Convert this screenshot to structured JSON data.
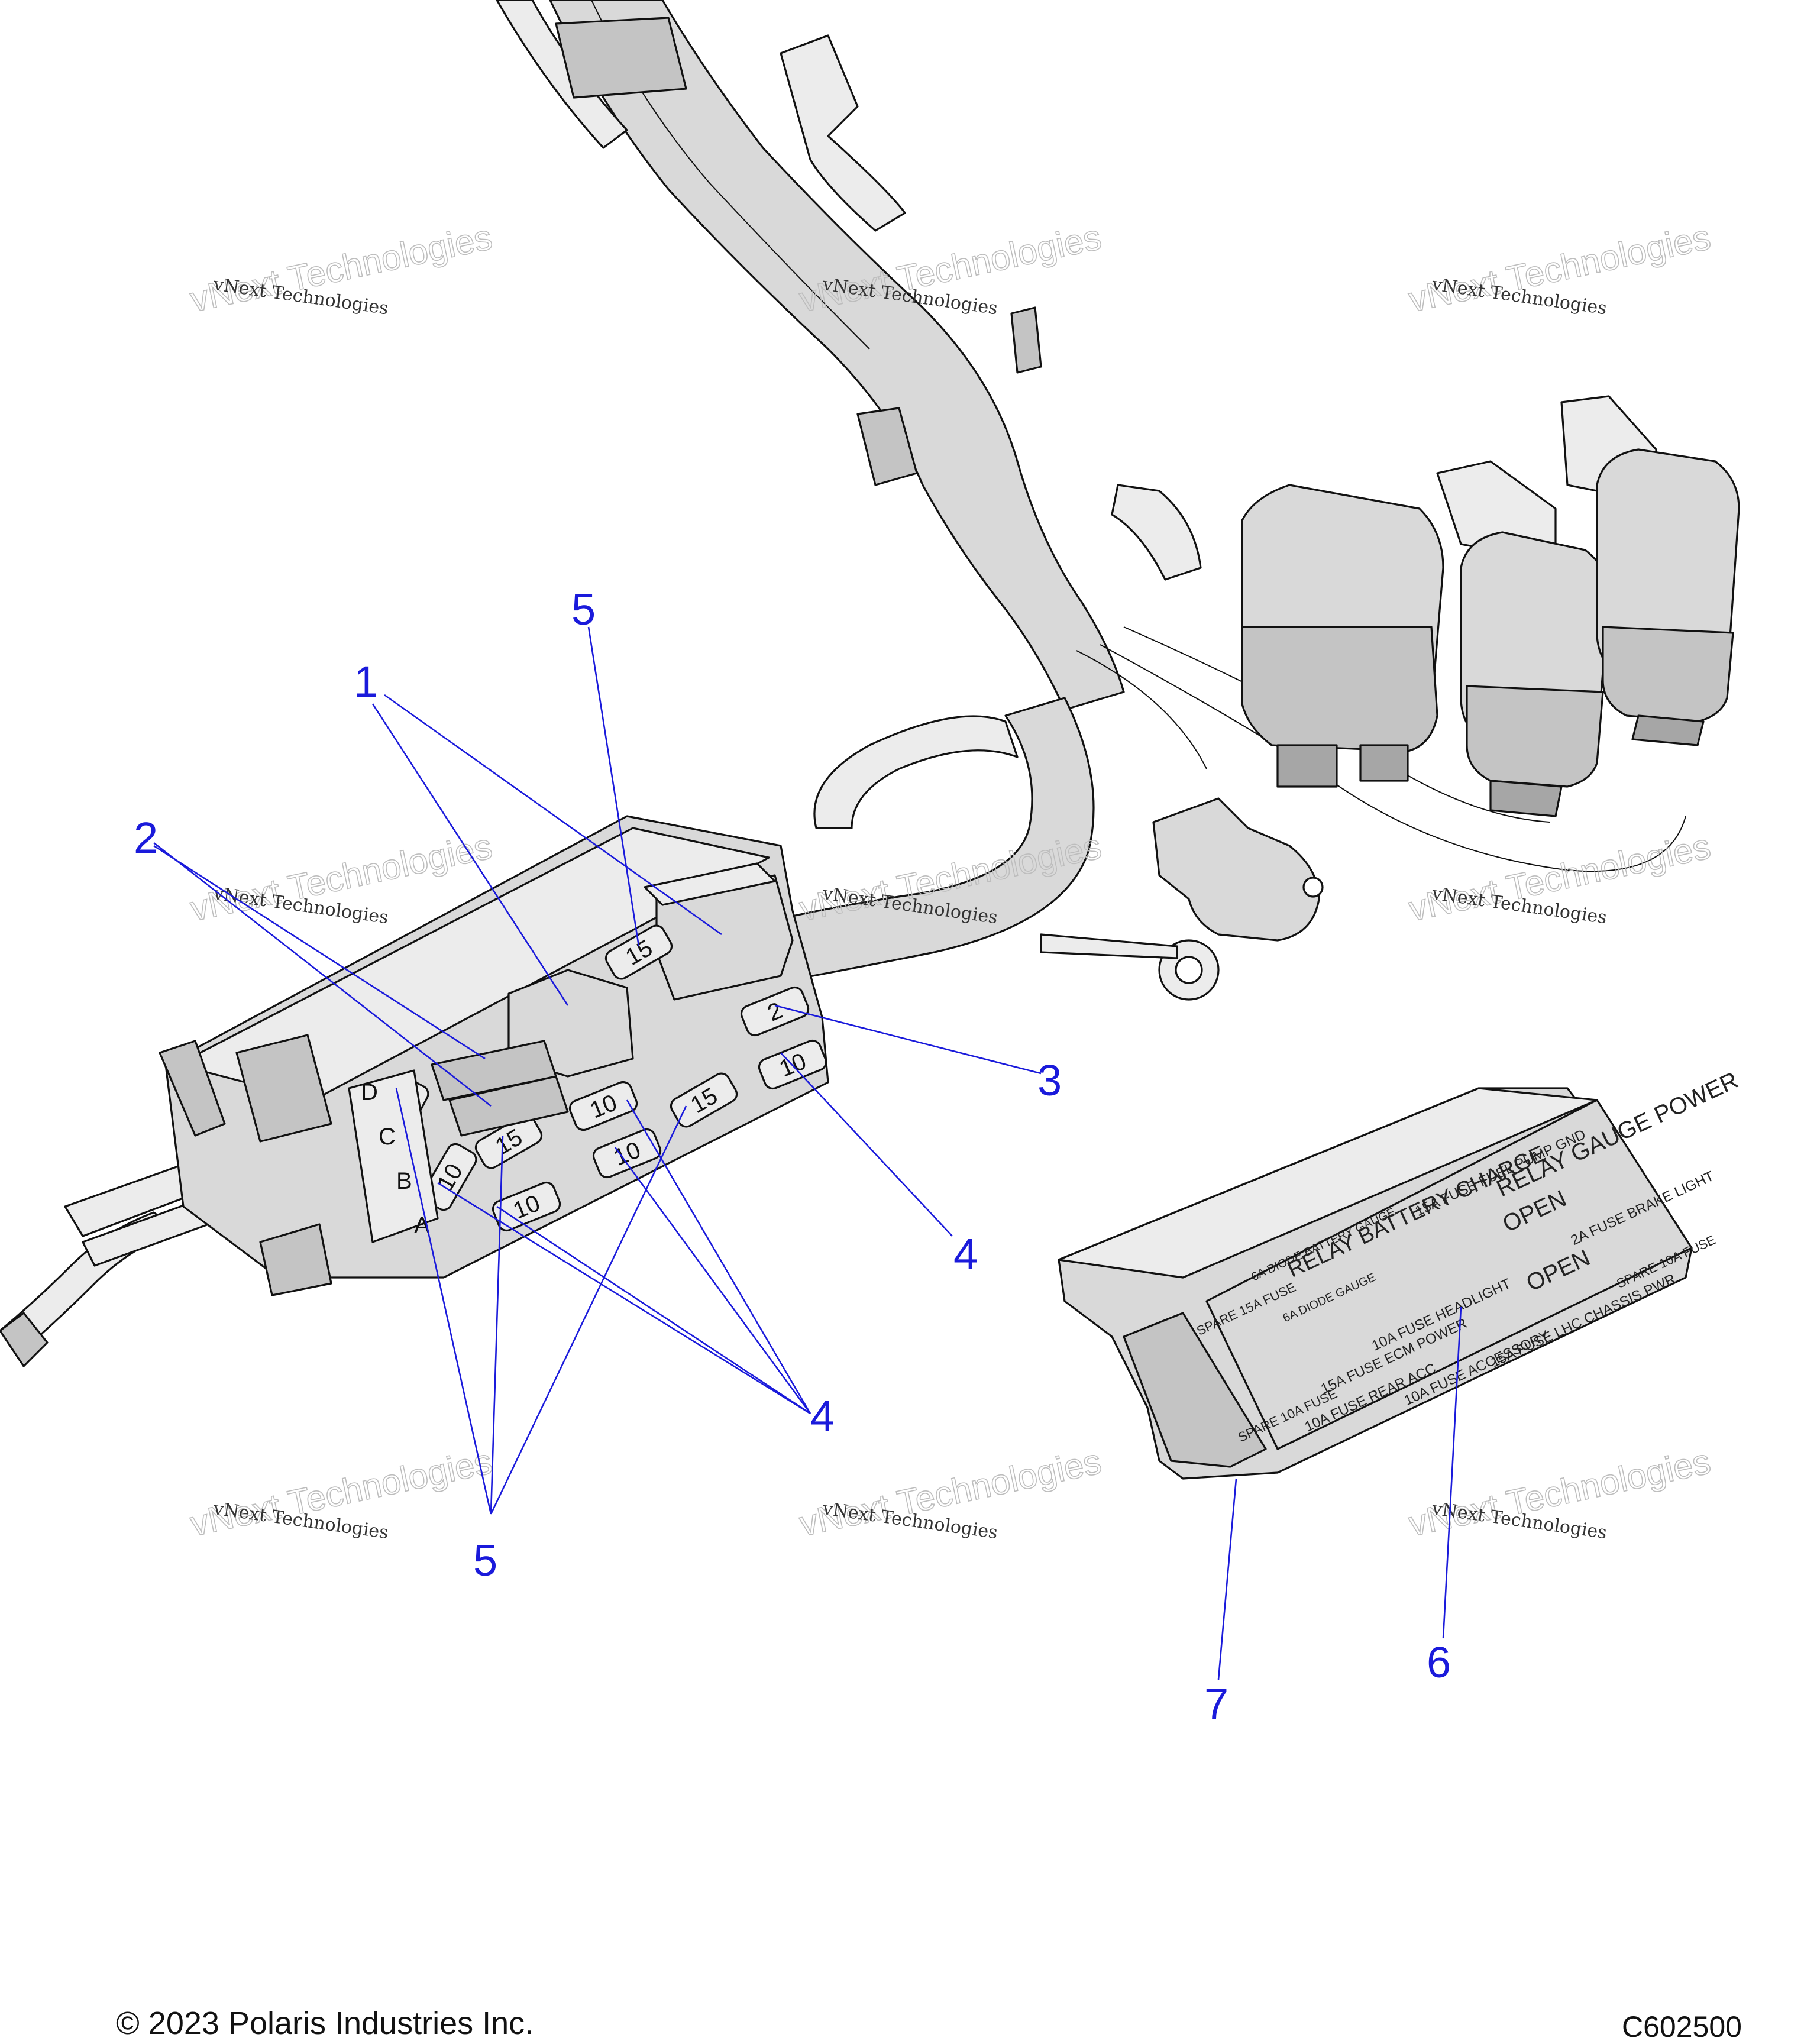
{
  "diagram": {
    "callouts": [
      "1",
      "2",
      "3",
      "4",
      "4",
      "5",
      "5",
      "6",
      "7"
    ],
    "fuse_values": [
      "15",
      "15",
      "15",
      "15",
      "10",
      "10",
      "10",
      "10",
      "10",
      "2"
    ],
    "row_letters": [
      "D",
      "C",
      "B",
      "A"
    ],
    "cover_labels": [
      "RELAY GAUGE POWER",
      "15A FUSE FUEL PUMP GND",
      "RELAY BATTERY CHARGE",
      "6A DIODE BATTERY GAUGE",
      "OPEN",
      "2A FUSE BRAKE LIGHT",
      "OPEN",
      "10A FUSE HEADLIGHT",
      "6A DIODE GAUGE",
      "SPARE 15A FUSE",
      "SPARE 10A FUSE",
      "15A FUSE LHC CHASSIS PWR",
      "10A FUSE ACCESSORY",
      "15A FUSE ECM POWER",
      "10A FUSE REAR ACC",
      "SPARE 10A FUSE"
    ],
    "watermark_small": "vNext Technologies",
    "watermark_big": "vNext Technologies"
  },
  "footer": {
    "copyright": "© 2023 Polaris Industries Inc.",
    "figure_code": "C602500"
  },
  "colors": {
    "callout": "#1a1adb",
    "line": "#111111",
    "shade": "#d9d9d9"
  }
}
